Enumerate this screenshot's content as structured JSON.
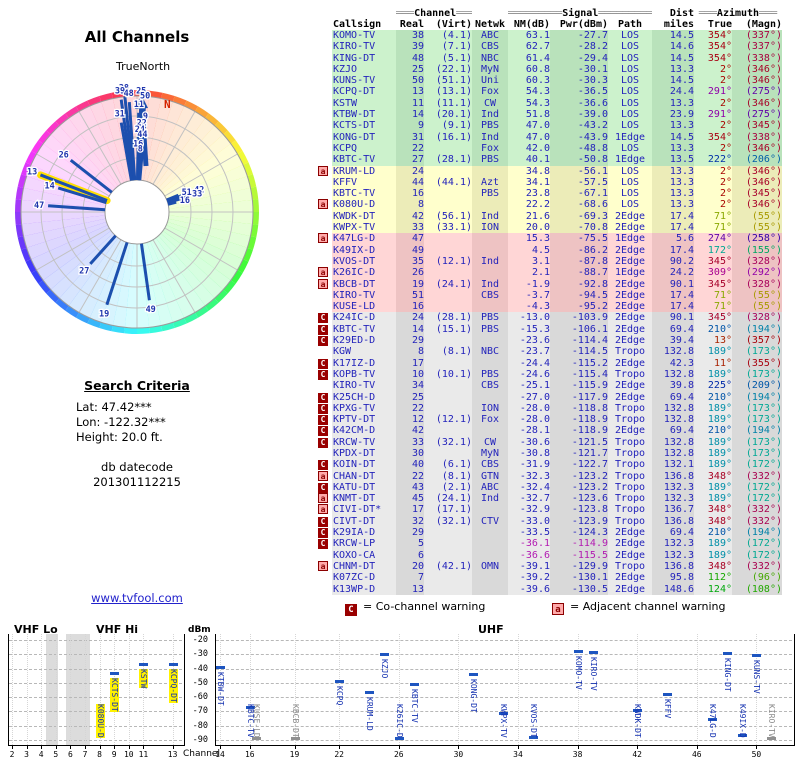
{
  "left_panel": {
    "title": "All Channels",
    "true_north_label": "TrueNorth",
    "north_marker": "N",
    "search_criteria": {
      "heading": "Search Criteria",
      "lat": "Lat: 47.42***",
      "lon": "Lon: -122.32***",
      "height": "Height: 20.0 ft."
    },
    "datecode_label": "db datecode",
    "datecode": "201301112215",
    "link": "www.tvfool.com"
  },
  "table": {
    "groups": {
      "channel_bar": "═══",
      "channel": "Channel",
      "signal_bar": "═════════",
      "signal": "Signal",
      "dist": "Dist",
      "azimuth_bar": "═══",
      "azimuth": "Azimuth"
    },
    "columns": {
      "callsign": "Callsign",
      "real": "Real",
      "virt": "(Virt)",
      "netwk": "Netwk",
      "nm": "NM(dB)",
      "pwr": "Pwr(dBm)",
      "path": "Path",
      "miles": "miles",
      "true": "True",
      "magn": "(Magn)"
    },
    "rows": [
      [
        "KOMO-TV",
        38,
        "(4.1)",
        "ABC",
        "63.1",
        "-27.7",
        "LOS",
        "14.5",
        354,
        337,
        "g",
        ""
      ],
      [
        "KIRO-TV",
        39,
        "(7.1)",
        "CBS",
        "62.7",
        "-28.2",
        "LOS",
        "14.6",
        354,
        337,
        "g",
        ""
      ],
      [
        "KING-DT",
        48,
        "(5.1)",
        "NBC",
        "61.4",
        "-29.4",
        "LOS",
        "14.5",
        354,
        338,
        "g",
        ""
      ],
      [
        "KZJO",
        25,
        "(22.1)",
        "MyN",
        "60.8",
        "-30.1",
        "LOS",
        "13.3",
        2,
        346,
        "g",
        ""
      ],
      [
        "KUNS-TV",
        50,
        "(51.1)",
        "Uni",
        "60.3",
        "-30.3",
        "LOS",
        "14.5",
        2,
        346,
        "g",
        ""
      ],
      [
        "KCPQ-DT",
        13,
        "(13.1)",
        "Fox",
        "54.3",
        "-36.5",
        "LOS",
        "24.4",
        291,
        275,
        "g",
        ""
      ],
      [
        "KSTW",
        11,
        "(11.1)",
        "CW",
        "54.3",
        "-36.6",
        "LOS",
        "13.3",
        2,
        346,
        "g",
        ""
      ],
      [
        "KTBW-DT",
        14,
        "(20.1)",
        "Ind",
        "51.8",
        "-39.0",
        "LOS",
        "23.9",
        291,
        275,
        "g",
        ""
      ],
      [
        "KCTS-DT",
        9,
        "(9.1)",
        "PBS",
        "47.0",
        "-43.2",
        "LOS",
        "13.3",
        2,
        345,
        "g",
        ""
      ],
      [
        "KONG-DT",
        31,
        "(16.1)",
        "Ind",
        "47.0",
        "-43.9",
        "1Edge",
        "14.5",
        354,
        338,
        "g",
        ""
      ],
      [
        "KCPQ",
        22,
        "",
        "Fox",
        "42.0",
        "-48.8",
        "LOS",
        "13.3",
        2,
        346,
        "g",
        ""
      ],
      [
        "KBTC-TV",
        27,
        "(28.1)",
        "PBS",
        "40.1",
        "-50.8",
        "1Edge",
        "13.5",
        222,
        206,
        "g",
        ""
      ],
      [
        "KRUM-LD",
        24,
        "",
        "",
        "34.8",
        "-56.1",
        "LOS",
        "13.3",
        2,
        346,
        "y",
        "a"
      ],
      [
        "KFFV",
        44,
        "(44.1)",
        "Azt",
        "34.1",
        "-57.5",
        "LOS",
        "13.3",
        2,
        346,
        "y",
        ""
      ],
      [
        "KBTC-TV",
        16,
        "",
        "PBS",
        "23.8",
        "-67.1",
        "LOS",
        "13.3",
        2,
        345,
        "y",
        ""
      ],
      [
        "K080U-D",
        8,
        "",
        "",
        "22.2",
        "-68.6",
        "LOS",
        "13.3",
        2,
        346,
        "y",
        "a"
      ],
      [
        "KWDK-DT",
        42,
        "(56.1)",
        "Ind",
        "21.6",
        "-69.3",
        "2Edge",
        "17.4",
        71,
        55,
        "y",
        ""
      ],
      [
        "KWPX-TV",
        33,
        "(33.1)",
        "ION",
        "20.0",
        "-70.8",
        "2Edge",
        "17.4",
        71,
        55,
        "y",
        ""
      ],
      [
        "K47LG-D",
        47,
        "",
        "",
        "15.3",
        "-75.5",
        "1Edge",
        "5.6",
        274,
        258,
        "r",
        "a"
      ],
      [
        "K49IX-D",
        49,
        "",
        "",
        "4.5",
        "-86.2",
        "2Edge",
        "17.4",
        172,
        155,
        "r",
        ""
      ],
      [
        "KVOS-DT",
        35,
        "(12.1)",
        "Ind",
        "3.1",
        "-87.8",
        "2Edge",
        "90.2",
        345,
        328,
        "r",
        ""
      ],
      [
        "K26IC-D",
        26,
        "",
        "",
        "2.1",
        "-88.7",
        "1Edge",
        "24.2",
        309,
        292,
        "r",
        "a"
      ],
      [
        "KBCB-DT",
        19,
        "(24.1)",
        "Ind",
        "-1.9",
        "-92.8",
        "2Edge",
        "90.1",
        345,
        328,
        "r",
        "a"
      ],
      [
        "KIRO-TV",
        51,
        "",
        "CBS",
        "-3.7",
        "-94.5",
        "2Edge",
        "17.4",
        71,
        55,
        "r",
        ""
      ],
      [
        "KUSE-LD",
        16,
        "",
        "",
        "-4.3",
        "-95.2",
        "2Edge",
        "17.4",
        71,
        55,
        "r",
        ""
      ],
      [
        "K24IC-D",
        24,
        "(28.1)",
        "PBS",
        "-13.0",
        "-103.9",
        "2Edge",
        "90.1",
        345,
        328,
        "x",
        "C"
      ],
      [
        "KBTC-TV",
        14,
        "(15.1)",
        "PBS",
        "-15.3",
        "-106.1",
        "2Edge",
        "69.4",
        210,
        194,
        "x",
        "C"
      ],
      [
        "K29ED-D",
        29,
        "",
        "",
        "-23.6",
        "-114.4",
        "2Edge",
        "39.4",
        13,
        357,
        "x",
        "C"
      ],
      [
        "KGW",
        8,
        "(8.1)",
        "NBC",
        "-23.7",
        "-114.5",
        "Tropo",
        "132.8",
        189,
        173,
        "x",
        ""
      ],
      [
        "K17IZ-D",
        17,
        "",
        "",
        "-24.4",
        "-115.2",
        "2Edge",
        "42.3",
        11,
        355,
        "x",
        "C"
      ],
      [
        "KOPB-TV",
        10,
        "(10.1)",
        "PBS",
        "-24.6",
        "-115.4",
        "Tropo",
        "132.8",
        189,
        173,
        "x",
        "C"
      ],
      [
        "KIRO-TV",
        34,
        "",
        "CBS",
        "-25.1",
        "-115.9",
        "2Edge",
        "39.8",
        225,
        209,
        "x",
        ""
      ],
      [
        "K25CH-D",
        25,
        "",
        "",
        "-27.0",
        "-117.9",
        "2Edge",
        "69.4",
        210,
        194,
        "x",
        "C"
      ],
      [
        "KPXG-TV",
        22,
        "",
        "ION",
        "-28.0",
        "-118.8",
        "Tropo",
        "132.8",
        189,
        173,
        "x",
        "C"
      ],
      [
        "KPTV-DT",
        12,
        "(12.1)",
        "Fox",
        "-28.0",
        "-118.9",
        "Tropo",
        "132.8",
        189,
        173,
        "x",
        "C"
      ],
      [
        "K42CM-D",
        42,
        "",
        "",
        "-28.1",
        "-118.9",
        "2Edge",
        "69.4",
        210,
        194,
        "x",
        "C"
      ],
      [
        "KRCW-TV",
        33,
        "(32.1)",
        "CW",
        "-30.6",
        "-121.5",
        "Tropo",
        "132.8",
        189,
        173,
        "x",
        "C"
      ],
      [
        "KPDX-DT",
        30,
        "",
        "MyN",
        "-30.8",
        "-121.7",
        "Tropo",
        "132.8",
        189,
        173,
        "x",
        ""
      ],
      [
        "KOIN-DT",
        40,
        "(6.1)",
        "CBS",
        "-31.9",
        "-122.7",
        "Tropo",
        "132.1",
        189,
        172,
        "x",
        "C"
      ],
      [
        "CHAN-DT",
        22,
        "(8.1)",
        "GTN",
        "-32.3",
        "-123.2",
        "Tropo",
        "136.8",
        348,
        332,
        "x",
        "a"
      ],
      [
        "KATU-DT",
        43,
        "(2.1)",
        "ABC",
        "-32.4",
        "-123.2",
        "Tropo",
        "132.3",
        189,
        172,
        "x",
        "C"
      ],
      [
        "KNMT-DT",
        45,
        "(24.1)",
        "Ind",
        "-32.7",
        "-123.6",
        "Tropo",
        "132.3",
        189,
        172,
        "x",
        "a"
      ],
      [
        "CIVI-DT*",
        17,
        "(17.1)",
        "",
        "-32.9",
        "-123.8",
        "Tropo",
        "136.7",
        348,
        332,
        "x",
        "a"
      ],
      [
        "CIVT-DT",
        32,
        "(32.1)",
        "CTV",
        "-33.0",
        "-123.9",
        "Tropo",
        "136.8",
        348,
        332,
        "x",
        "C"
      ],
      [
        "K29IA-D",
        29,
        "",
        "",
        "-33.5",
        "-124.3",
        "2Edge",
        "69.4",
        210,
        194,
        "x",
        "C"
      ],
      [
        "KRCW-LP",
        5,
        "",
        "",
        "-36.1",
        "-114.9",
        "2Edge",
        "132.3",
        189,
        172,
        "x",
        "C"
      ],
      [
        "KOXO-CA",
        6,
        "",
        "",
        "-36.6",
        "-115.5",
        "2Edge",
        "132.3",
        189,
        172,
        "x",
        ""
      ],
      [
        "CHNM-DT",
        20,
        "(42.1)",
        "OMN",
        "-39.1",
        "-129.9",
        "Tropo",
        "136.8",
        348,
        332,
        "x",
        "a"
      ],
      [
        "K07ZC-D",
        7,
        "",
        "",
        "-39.2",
        "-130.1",
        "2Edge",
        "95.8",
        112,
        96,
        "x",
        ""
      ],
      [
        "K13WP-D",
        13,
        "",
        "",
        "-39.6",
        "-130.5",
        "2Edge",
        "148.6",
        124,
        108,
        "x",
        ""
      ]
    ]
  },
  "legend": {
    "co_symbol": "C",
    "co_text": "= Co-channel warning",
    "adj_symbol": "a",
    "adj_text": "= Adjacent channel warning"
  },
  "chart_data": [
    {
      "type": "scatter",
      "subtype": "polar-radar",
      "title": "All Channels",
      "spokes": [
        {
          "ch": 38,
          "az": 354,
          "len": 1.0
        },
        {
          "ch": 39,
          "az": 352,
          "len": 0.97
        },
        {
          "ch": 48,
          "az": 356,
          "len": 0.93
        },
        {
          "ch": 31,
          "az": 350,
          "len": 0.7
        },
        {
          "ch": 25,
          "az": 2,
          "len": 0.96
        },
        {
          "ch": 50,
          "az": 4,
          "len": 0.9
        },
        {
          "ch": 11,
          "az": 1,
          "len": 0.8
        },
        {
          "ch": 9,
          "az": 5,
          "len": 0.66
        },
        {
          "ch": 22,
          "az": 3,
          "len": 0.58
        },
        {
          "ch": 24,
          "az": 2,
          "len": 0.5
        },
        {
          "ch": 44,
          "az": 4,
          "len": 0.44
        },
        {
          "ch": 16,
          "az": 1,
          "len": 0.33
        },
        {
          "ch": 8,
          "az": 3,
          "len": 0.27
        },
        {
          "ch": 13,
          "az": 291,
          "len": 0.85,
          "hl": true
        },
        {
          "ch": 14,
          "az": 287,
          "len": 0.6
        },
        {
          "ch": 47,
          "az": 274,
          "len": 0.68
        },
        {
          "ch": 26,
          "az": 308,
          "len": 0.62
        },
        {
          "ch": 27,
          "az": 222,
          "len": 0.45
        },
        {
          "ch": 19,
          "az": 198,
          "len": 0.78
        },
        {
          "ch": 49,
          "az": 172,
          "len": 0.68
        },
        {
          "ch": 42,
          "az": 70,
          "len": 0.3
        },
        {
          "ch": 33,
          "az": 73,
          "len": 0.26
        },
        {
          "ch": 51,
          "az": 68,
          "len": 0.15
        },
        {
          "ch": 16,
          "az": 76,
          "len": 0.1
        }
      ]
    },
    {
      "type": "scatter",
      "subtype": "signal-spectrum",
      "labels": {
        "vhf_lo": "VHF Lo",
        "vhf_hi": "VHF Hi",
        "uhf": "UHF",
        "dbm": "dBm",
        "channel": "Channel"
      },
      "ylim": [
        -90,
        -20
      ],
      "yticks": [
        -20,
        -30,
        -40,
        -50,
        -60,
        -70,
        -80,
        -90
      ],
      "vhf_ticks": [
        2,
        3,
        4,
        5,
        6,
        7,
        8,
        9,
        10,
        11,
        13
      ],
      "uhf_ticks": [
        14,
        16,
        19,
        22,
        26,
        30,
        34,
        38,
        42,
        46,
        50
      ],
      "stations": [
        {
          "ch": 8,
          "call": "K080U-D",
          "dbm": -68.6,
          "band": "V",
          "hl": true
        },
        {
          "ch": 9,
          "call": "KCTS-DT",
          "dbm": -43.2,
          "band": "V",
          "hl": true
        },
        {
          "ch": 11,
          "call": "KSTW",
          "dbm": -36.6,
          "band": "V",
          "hl": true
        },
        {
          "ch": 13,
          "call": "KCPQ-DT",
          "dbm": -36.5,
          "band": "V",
          "hl": true
        },
        {
          "ch": 14,
          "call": "KTBW-DT",
          "dbm": -39.0,
          "band": "U"
        },
        {
          "ch": 16,
          "call": "KBTC-TV",
          "dbm": -67.1,
          "band": "U"
        },
        {
          "ch": 16,
          "call": "KUSE-LD",
          "dbm": -95.2,
          "band": "U",
          "dx": 6
        },
        {
          "ch": 19,
          "call": "KBCB-DT",
          "dbm": -92.8,
          "band": "U"
        },
        {
          "ch": 22,
          "call": "KCPQ",
          "dbm": -48.8,
          "band": "U"
        },
        {
          "ch": 24,
          "call": "KRUM-LD",
          "dbm": -56.1,
          "band": "U"
        },
        {
          "ch": 25,
          "call": "KZJO",
          "dbm": -30.1,
          "band": "U"
        },
        {
          "ch": 26,
          "call": "K26IC-D",
          "dbm": -88.7,
          "band": "U"
        },
        {
          "ch": 27,
          "call": "KBTC-TV",
          "dbm": -50.8,
          "band": "U"
        },
        {
          "ch": 31,
          "call": "KONG-DT",
          "dbm": -43.9,
          "band": "U"
        },
        {
          "ch": 33,
          "call": "KWPX-TV",
          "dbm": -70.8,
          "band": "U"
        },
        {
          "ch": 35,
          "call": "KVOS-DT",
          "dbm": -87.8,
          "band": "U"
        },
        {
          "ch": 38,
          "call": "KOMO-TV",
          "dbm": -27.7,
          "band": "U"
        },
        {
          "ch": 39,
          "call": "KIRO-TV",
          "dbm": -28.2,
          "band": "U"
        },
        {
          "ch": 42,
          "call": "KWDK-DT",
          "dbm": -69.3,
          "band": "U"
        },
        {
          "ch": 44,
          "call": "KFFV",
          "dbm": -57.5,
          "band": "U"
        },
        {
          "ch": 47,
          "call": "K47LG-D",
          "dbm": -75.5,
          "band": "U"
        },
        {
          "ch": 48,
          "call": "KING-DT",
          "dbm": -29.4,
          "band": "U"
        },
        {
          "ch": 49,
          "call": "K49IX-D",
          "dbm": -86.2,
          "band": "U"
        },
        {
          "ch": 50,
          "call": "KUNS-TV",
          "dbm": -30.3,
          "band": "U"
        },
        {
          "ch": 51,
          "call": "KIRO-TV",
          "dbm": -94.5,
          "band": "U"
        }
      ]
    }
  ]
}
